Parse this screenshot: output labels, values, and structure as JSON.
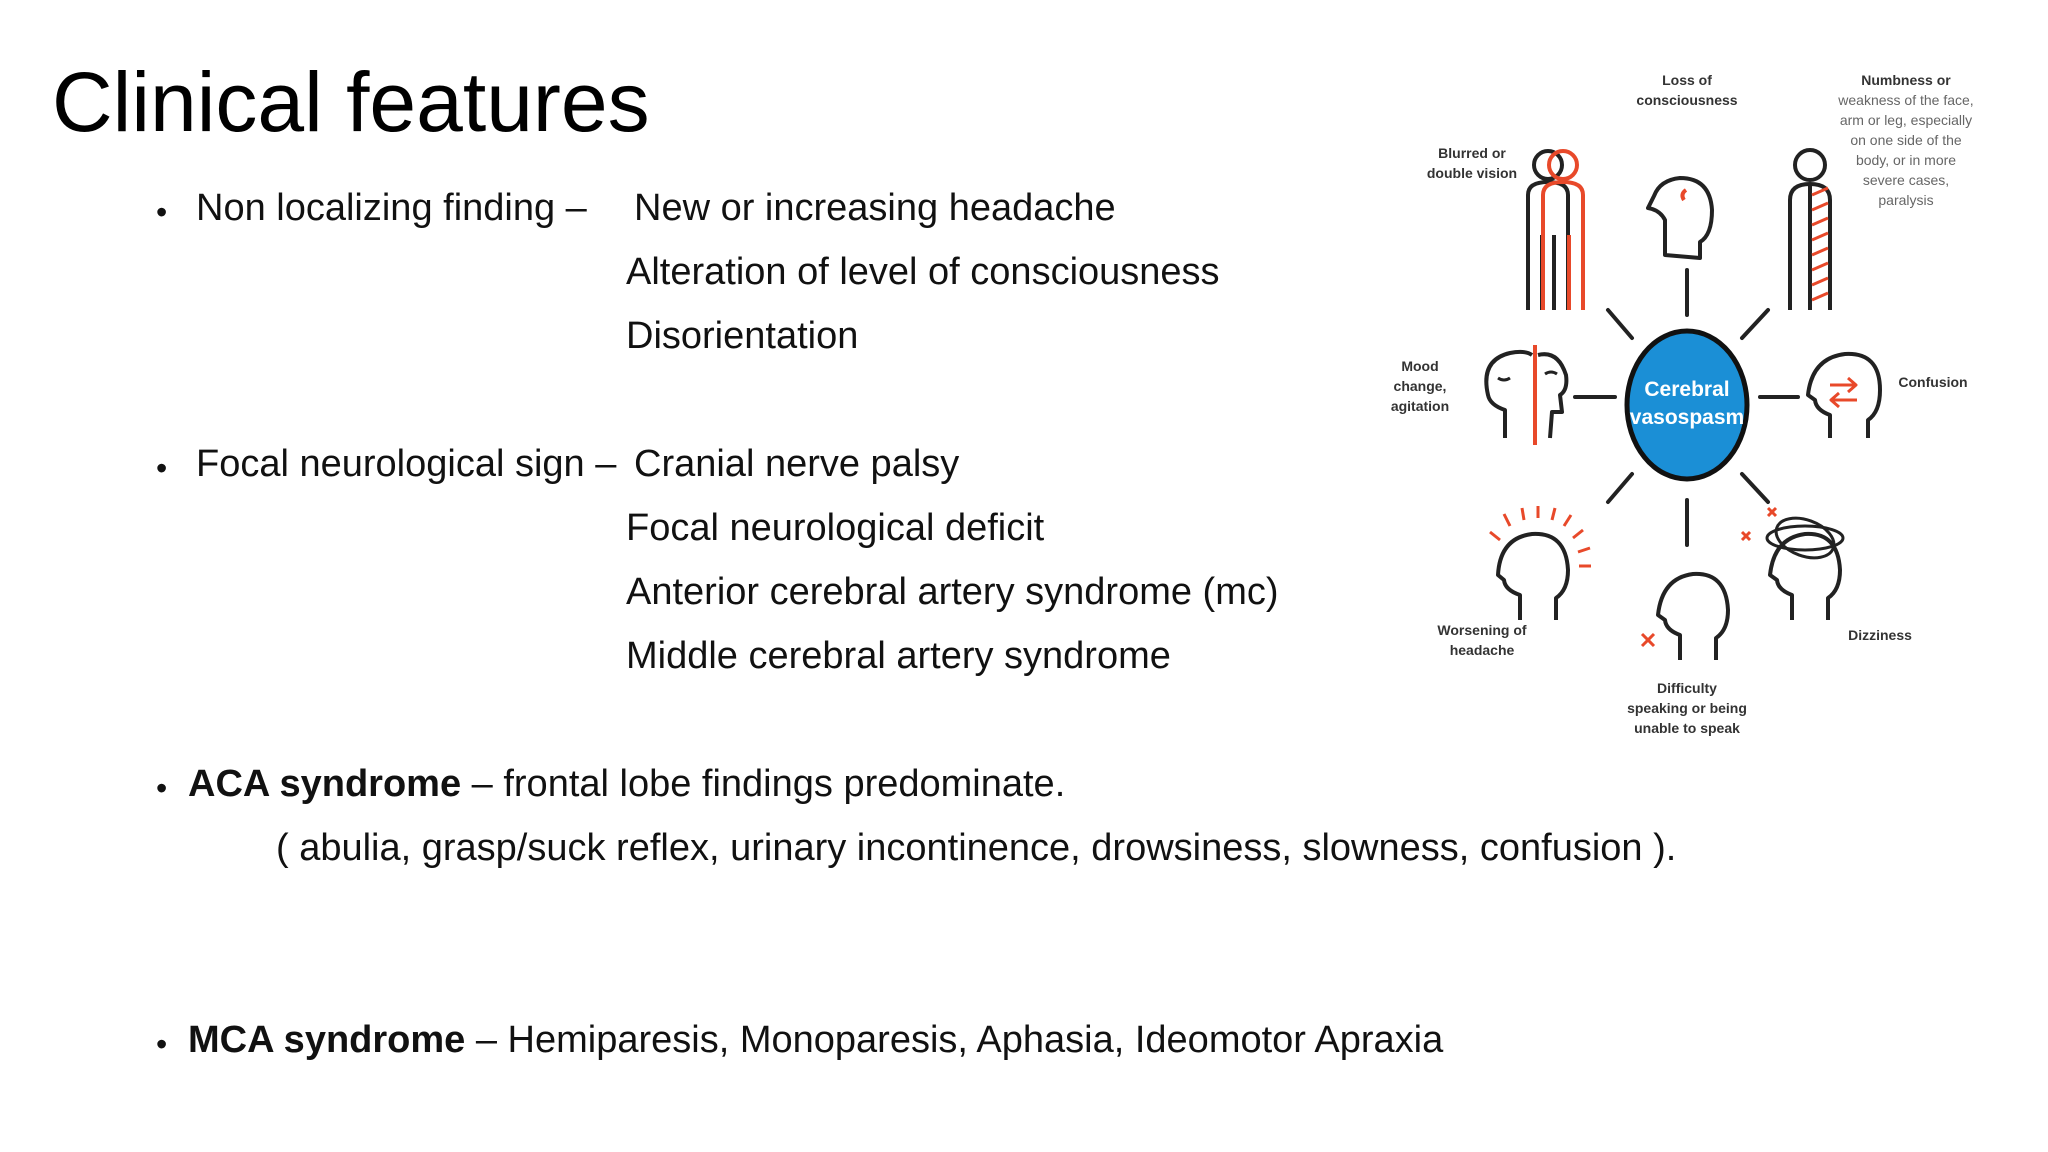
{
  "slide": {
    "title": "Clinical features",
    "non_localizing": {
      "label": "Non localizing finding –",
      "items": [
        "New or increasing headache",
        "Alteration of level of consciousness",
        "Disorientation"
      ]
    },
    "focal": {
      "label": "Focal neurological sign –",
      "items": [
        "Cranial nerve palsy",
        "Focal neurological deficit",
        "Anterior cerebral artery syndrome (mc)",
        "Middle cerebral artery syndrome"
      ]
    },
    "aca": {
      "label": "ACA syndrome",
      "text": " – frontal lobe findings predominate.",
      "details": "( abulia, grasp/suck reflex, urinary incontinence, drowsiness, slowness,  confusion )."
    },
    "mca": {
      "label": "MCA syndrome",
      "text": " – Hemiparesis, Monoparesis, Aphasia, Ideomotor Apraxia"
    }
  },
  "diagram": {
    "center": [
      "Cerebral",
      "vasospasm"
    ],
    "loss_of_consciousness": [
      "Loss of",
      "consciousness"
    ],
    "blurred_vision": [
      "Blurred or",
      "double vision"
    ],
    "numbness": [
      "Numbness or",
      "weakness of the face,",
      "arm or leg, especially",
      "on one side of the",
      "body, or in more",
      "severe cases,",
      "paralysis"
    ],
    "mood": [
      "Mood",
      "change,",
      "agitation"
    ],
    "confusion": [
      "Confusion"
    ],
    "headache": [
      "Worsening of",
      "headache"
    ],
    "speaking": [
      "Difficulty",
      "speaking or being",
      "unable to speak"
    ],
    "dizziness": [
      "Dizziness"
    ],
    "colors": {
      "accent": "#e8492a",
      "center_fill": "#1b8fd6",
      "line": "#222222"
    }
  }
}
